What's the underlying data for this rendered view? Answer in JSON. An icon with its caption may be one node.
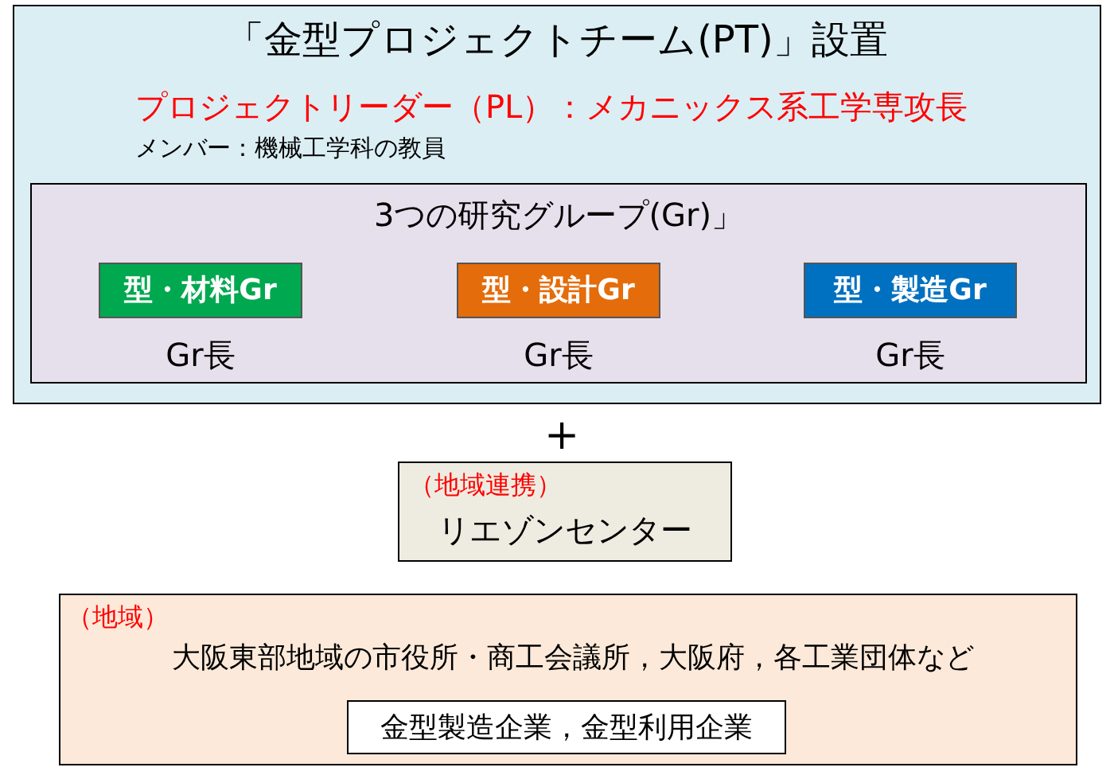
{
  "diagram": {
    "nodes": [
      {
        "text": [
          "「金型プロジェクトチーム(PT)」設置",
          "プロジェクトリーダー（PL）：メカニックス系工学専攻長",
          "メンバー：機械工学科の教員"
        ]
      },
      {
        "text": [
          "3つの研究グループ(Gr)」"
        ],
        "in": 0
      },
      {
        "text": [
          "型・材料Gr"
        ],
        "in": 1,
        "beside": [
          "Gr長"
        ]
      },
      {
        "text": [
          "型・設計Gr"
        ],
        "in": 1,
        "beside": [
          "Gr長"
        ]
      },
      {
        "text": [
          "型・製造Gr"
        ],
        "in": 1,
        "beside": [
          "Gr長"
        ]
      },
      {
        "text": [
          "（地域連携）",
          "リエゾンセンター"
        ]
      },
      {
        "text": [
          "（地域）",
          "大阪東部地域の市役所・商工会議所，大阪府，各工業団体など"
        ]
      },
      {
        "text": [
          "金型製造企業，金型利用企業"
        ],
        "in": 6
      }
    ],
    "labels": [
      "＋"
    ]
  }
}
